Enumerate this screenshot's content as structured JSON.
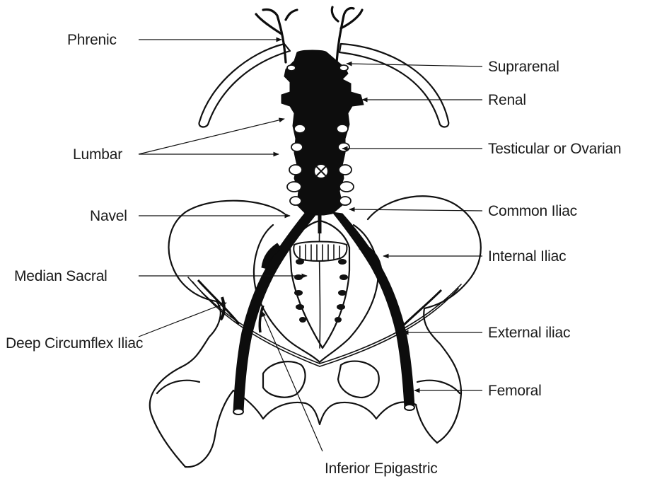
{
  "labels": {
    "phrenic": "Phrenic",
    "suprarenal": "Suprarenal",
    "renal": "Renal",
    "lumbar": "Lumbar",
    "testicular_ovarian": "Testicular or Ovarian",
    "navel": "Navel",
    "common_iliac": "Common Iliac",
    "internal_iliac": "Internal Iliac",
    "median_sacral": "Median Sacral",
    "deep_circumflex_iliac": "Deep Circumflex Iliac",
    "external_iliac": "External iliac",
    "femoral": "Femoral",
    "inferior_epigastric": "Inferior Epigastric"
  },
  "colors": {
    "ink": "#111111",
    "artery": "#0d0d0d",
    "background": "#ffffff"
  }
}
